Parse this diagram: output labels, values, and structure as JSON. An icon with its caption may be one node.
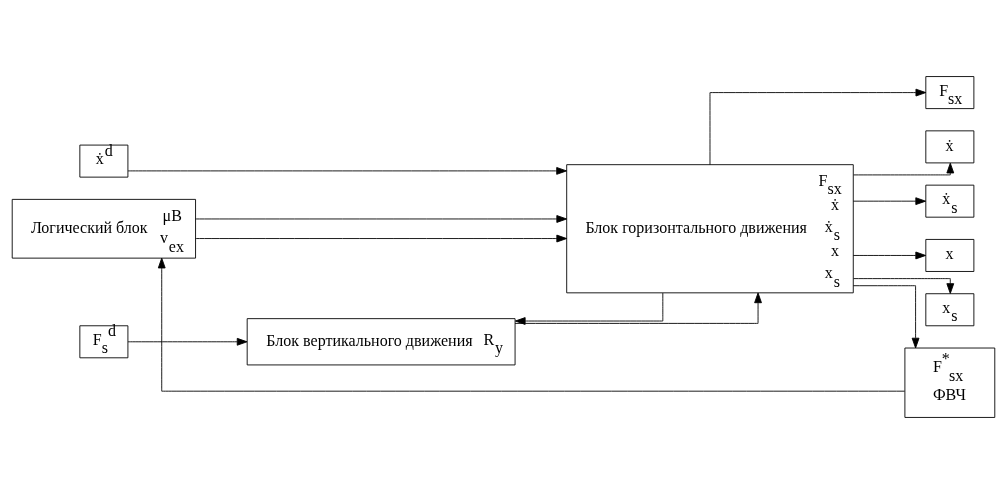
{
  "diagram": {
    "nodes": [
      {
        "text": [
          "ẋ$^{d}$"
        ]
      },
      {
        "text": [
          "Логический блок",
          "μB",
          "v$_{ex}$"
        ]
      },
      {
        "text": [
          "Блок горизонтального движения",
          "F$_{sx}$",
          "ẋ",
          "ẋ$_{s}$",
          "x",
          "x$_{s}$"
        ]
      },
      {
        "text": [
          "F$_{s}$$^{d}$"
        ]
      },
      {
        "text": [
          "Блок вертикального движения",
          "R$_{y}$"
        ]
      },
      {
        "text": [
          "F$_{sx}$"
        ]
      },
      {
        "text": [
          "ẋ"
        ]
      },
      {
        "text": [
          "ẋ$_{s}$"
        ]
      },
      {
        "text": [
          "x"
        ]
      },
      {
        "text": [
          "x$_{s}$"
        ]
      },
      {
        "text": [
          "F$^{*}$$_{sx}$",
          "ФВЧ"
        ]
      }
    ],
    "edges": [
      {
        "from": 0,
        "to": 2,
        "arrow": "to"
      },
      {
        "from": 1,
        "to": 2,
        "arrow": "to"
      },
      {
        "from": 1,
        "to": 2,
        "arrow": "to"
      },
      {
        "from": 3,
        "to": 4,
        "arrow": "to"
      },
      {
        "from": 4,
        "to": 2,
        "arrow": "to"
      },
      {
        "from": 2,
        "to": 5,
        "arrow": "to"
      },
      {
        "from": 2,
        "to": 6,
        "arrow": "to"
      },
      {
        "from": 2,
        "to": 7,
        "arrow": "to"
      },
      {
        "from": 2,
        "to": 8,
        "arrow": "to"
      },
      {
        "from": 2,
        "to": 9,
        "arrow": "to"
      },
      {
        "from": 2,
        "to": 4,
        "arrow": "to"
      },
      {
        "from": 2,
        "to": 10,
        "arrow": "to"
      },
      {
        "from": 10,
        "to": 1,
        "arrow": "to"
      }
    ]
  }
}
